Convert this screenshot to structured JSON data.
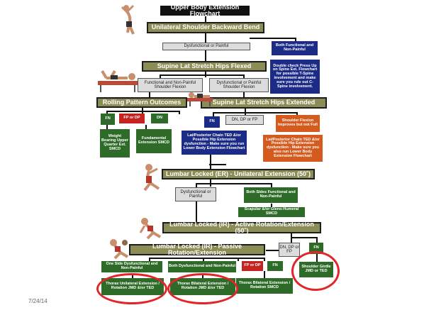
{
  "title": "Upper Body Extension Flowchart",
  "date": "7/24/14",
  "boxes": {
    "unilateral_shoulder": "Unilateral Shoulder Backward Bend",
    "dysfunctional_painful_1": "Dysfunctional or Painful",
    "both_functional_nonpainful_1": "Both Functional and Non-Painful",
    "double_check": "Double check Press Up on Spine Ext. Flowchart for possible T-Spine involvement and make sure you rule out C-Spine involvement.",
    "supine_lat_flexed": "Supine Lat Stretch Hips Flexed",
    "functional_nonpainful_flexion": "Functional and Non-Painful Shoulder Flexion",
    "dysfunctional_painful_flexion": "Dysfunctional or Painful Shoulder Flexion",
    "rolling_pattern": "Rolling Pattern Outcomes",
    "supine_lat_extended": "Supine Lat Stretch Hips Extended",
    "fn_1": "FN",
    "fp_or_dp_1": "FP or DP",
    "dn_1": "DN",
    "fn_2": "FN",
    "dn_dp_fp": "DN, DP or FP",
    "shoulder_flexion_improves": "Shoulder Flexion Improves but not Full",
    "weight_bearing": "Weight Bearing Upper Quarter Ext. SMCD",
    "fundamental_extension": "Fundamental Extension SMCD",
    "lat_posterior_1": "Lat/Posterior Chain TED &/or Possible Hip Extension dysfunction - Make sure you run Lower Body Extension Flowchart",
    "lat_posterior_2": "Lat/Posterior Chain TED &/or Possible Hip Extension dysfunction - Make sure you also run Lower Body Extension Flowchart",
    "lumbar_er": "Lumbar Locked (ER) - Unilateral Extension (50˚)",
    "dysfunctional_painful_2": "Dysfunctional or Painful",
    "both_sides_functional": "Both Sides Functional and Non-Painful",
    "scapular": "Scapular &/or Gleno-Humeral SMCD",
    "lumbar_ir_active": "Lumbar Locked (IR) - Active Rotation/Extension (50˚)",
    "dn_dp_or_fp": "DN, DP or FP",
    "fn_3": "FN",
    "lumbar_ir_passive": "Lumbar Locked (IR) - Passive Rotation/Extension",
    "one_side": "One Side Dysfunctional and Non-Painful",
    "both_dysfunctional": "Both Dysfunctional and Non-Painful",
    "fp_or_dp_2": "FP or DP",
    "fn_4": "FN",
    "shoulder_girdle": "Shoulder Girdle JMD or TED",
    "thorax_unilateral": "Thorax Unilateral Extension / Rotation JMD &/or TED",
    "thorax_bilateral_jmd": "Thorax Bilateral Extension / Rotation JMD &/or TED",
    "thorax_bilateral_smcd": "Thorax Bilateral Extension / Rotation SMCD"
  },
  "colors": {
    "olive": "#8c8d56",
    "navy": "#1c2b85",
    "green": "#2f6b28",
    "red": "#c4231f",
    "orange": "#d45a1d",
    "highlight_ring": "#e0262a"
  }
}
